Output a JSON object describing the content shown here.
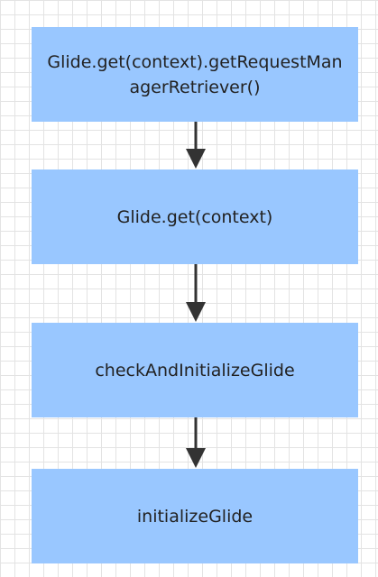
{
  "diagram": {
    "nodes": [
      {
        "label": "Glide.get(context).getRequestManagerRetriever()"
      },
      {
        "label": "Glide.get(context)"
      },
      {
        "label": "checkAndInitializeGlide"
      },
      {
        "label": "initializeGlide"
      }
    ],
    "colors": {
      "node_fill": "#99c7ff",
      "node_text": "#222222",
      "arrow": "#333333",
      "grid": "#e3e3e3"
    }
  }
}
